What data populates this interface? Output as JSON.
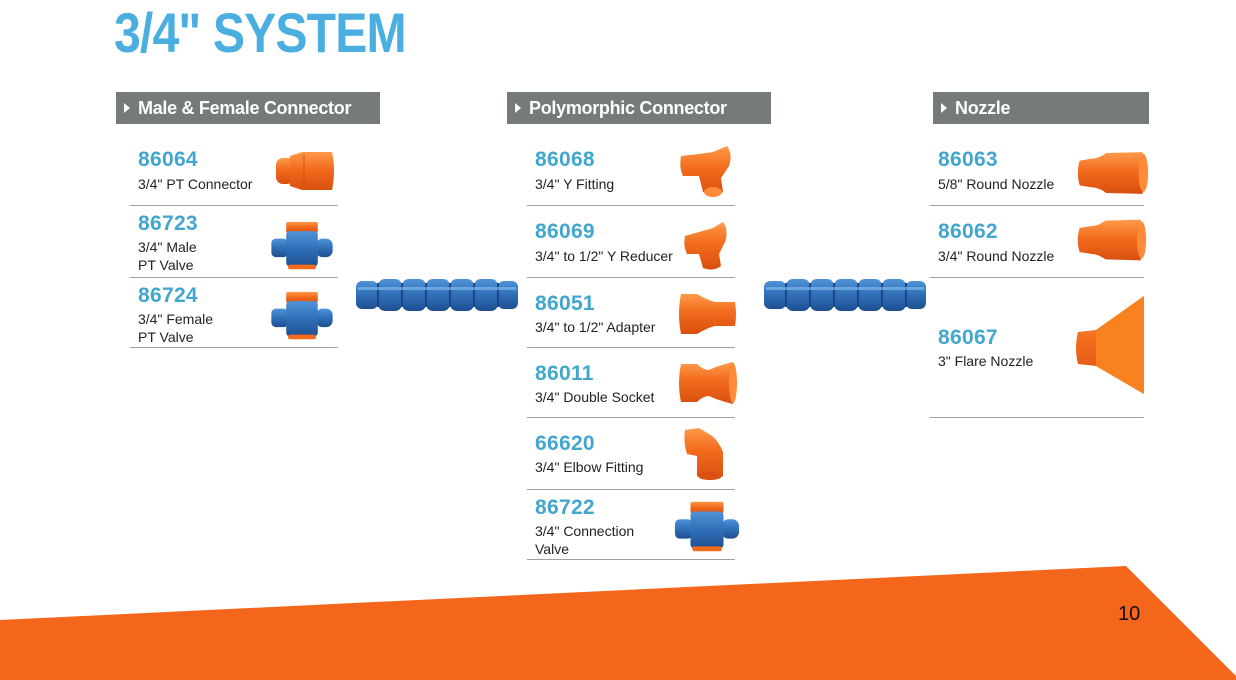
{
  "title": "3/4\" SYSTEM",
  "colors": {
    "title_blue": "#4aaee0",
    "header_gray": "#747b78",
    "code_blue": "#43a6cf",
    "part_orange": "#f26b1d",
    "hose_blue": "#2f6fb8",
    "footer_orange": "#f4661c"
  },
  "sections": [
    {
      "header": "Male & Female Connector",
      "items": [
        {
          "code": "86064",
          "desc": [
            "3/4\" PT Connector"
          ],
          "icon": "pt-connector-icon"
        },
        {
          "code": "86723",
          "desc": [
            "3/4\" Male",
            "PT Valve"
          ],
          "icon": "valve-icon"
        },
        {
          "code": "86724",
          "desc": [
            "3/4\" Female",
            "PT Valve"
          ],
          "icon": "valve-icon"
        }
      ]
    },
    {
      "header": "Polymorphic Connector",
      "items": [
        {
          "code": "86068",
          "desc": [
            "3/4\" Y Fitting"
          ],
          "icon": "y-fitting-icon"
        },
        {
          "code": "86069",
          "desc": [
            "3/4\" to 1/2\" Y Reducer"
          ],
          "icon": "y-reducer-icon"
        },
        {
          "code": "86051",
          "desc": [
            "3/4\" to 1/2\" Adapter"
          ],
          "icon": "adapter-icon"
        },
        {
          "code": "86011",
          "desc": [
            "3/4\" Double Socket"
          ],
          "icon": "double-socket-icon"
        },
        {
          "code": "66620",
          "desc": [
            "3/4\" Elbow Fitting"
          ],
          "icon": "elbow-fitting-icon"
        },
        {
          "code": "86722",
          "desc": [
            "3/4\" Connection",
            "Valve"
          ],
          "icon": "valve-icon"
        }
      ]
    },
    {
      "header": "Nozzle",
      "items": [
        {
          "code": "86063",
          "desc": [
            "5/8\" Round Nozzle"
          ],
          "icon": "round-nozzle-icon"
        },
        {
          "code": "86062",
          "desc": [
            "3/4\" Round Nozzle"
          ],
          "icon": "round-nozzle-icon"
        },
        {
          "code": "86067",
          "desc": [
            "3\" Flare Nozzle"
          ],
          "icon": "flare-nozzle-icon"
        }
      ]
    }
  ],
  "page_number": "10"
}
